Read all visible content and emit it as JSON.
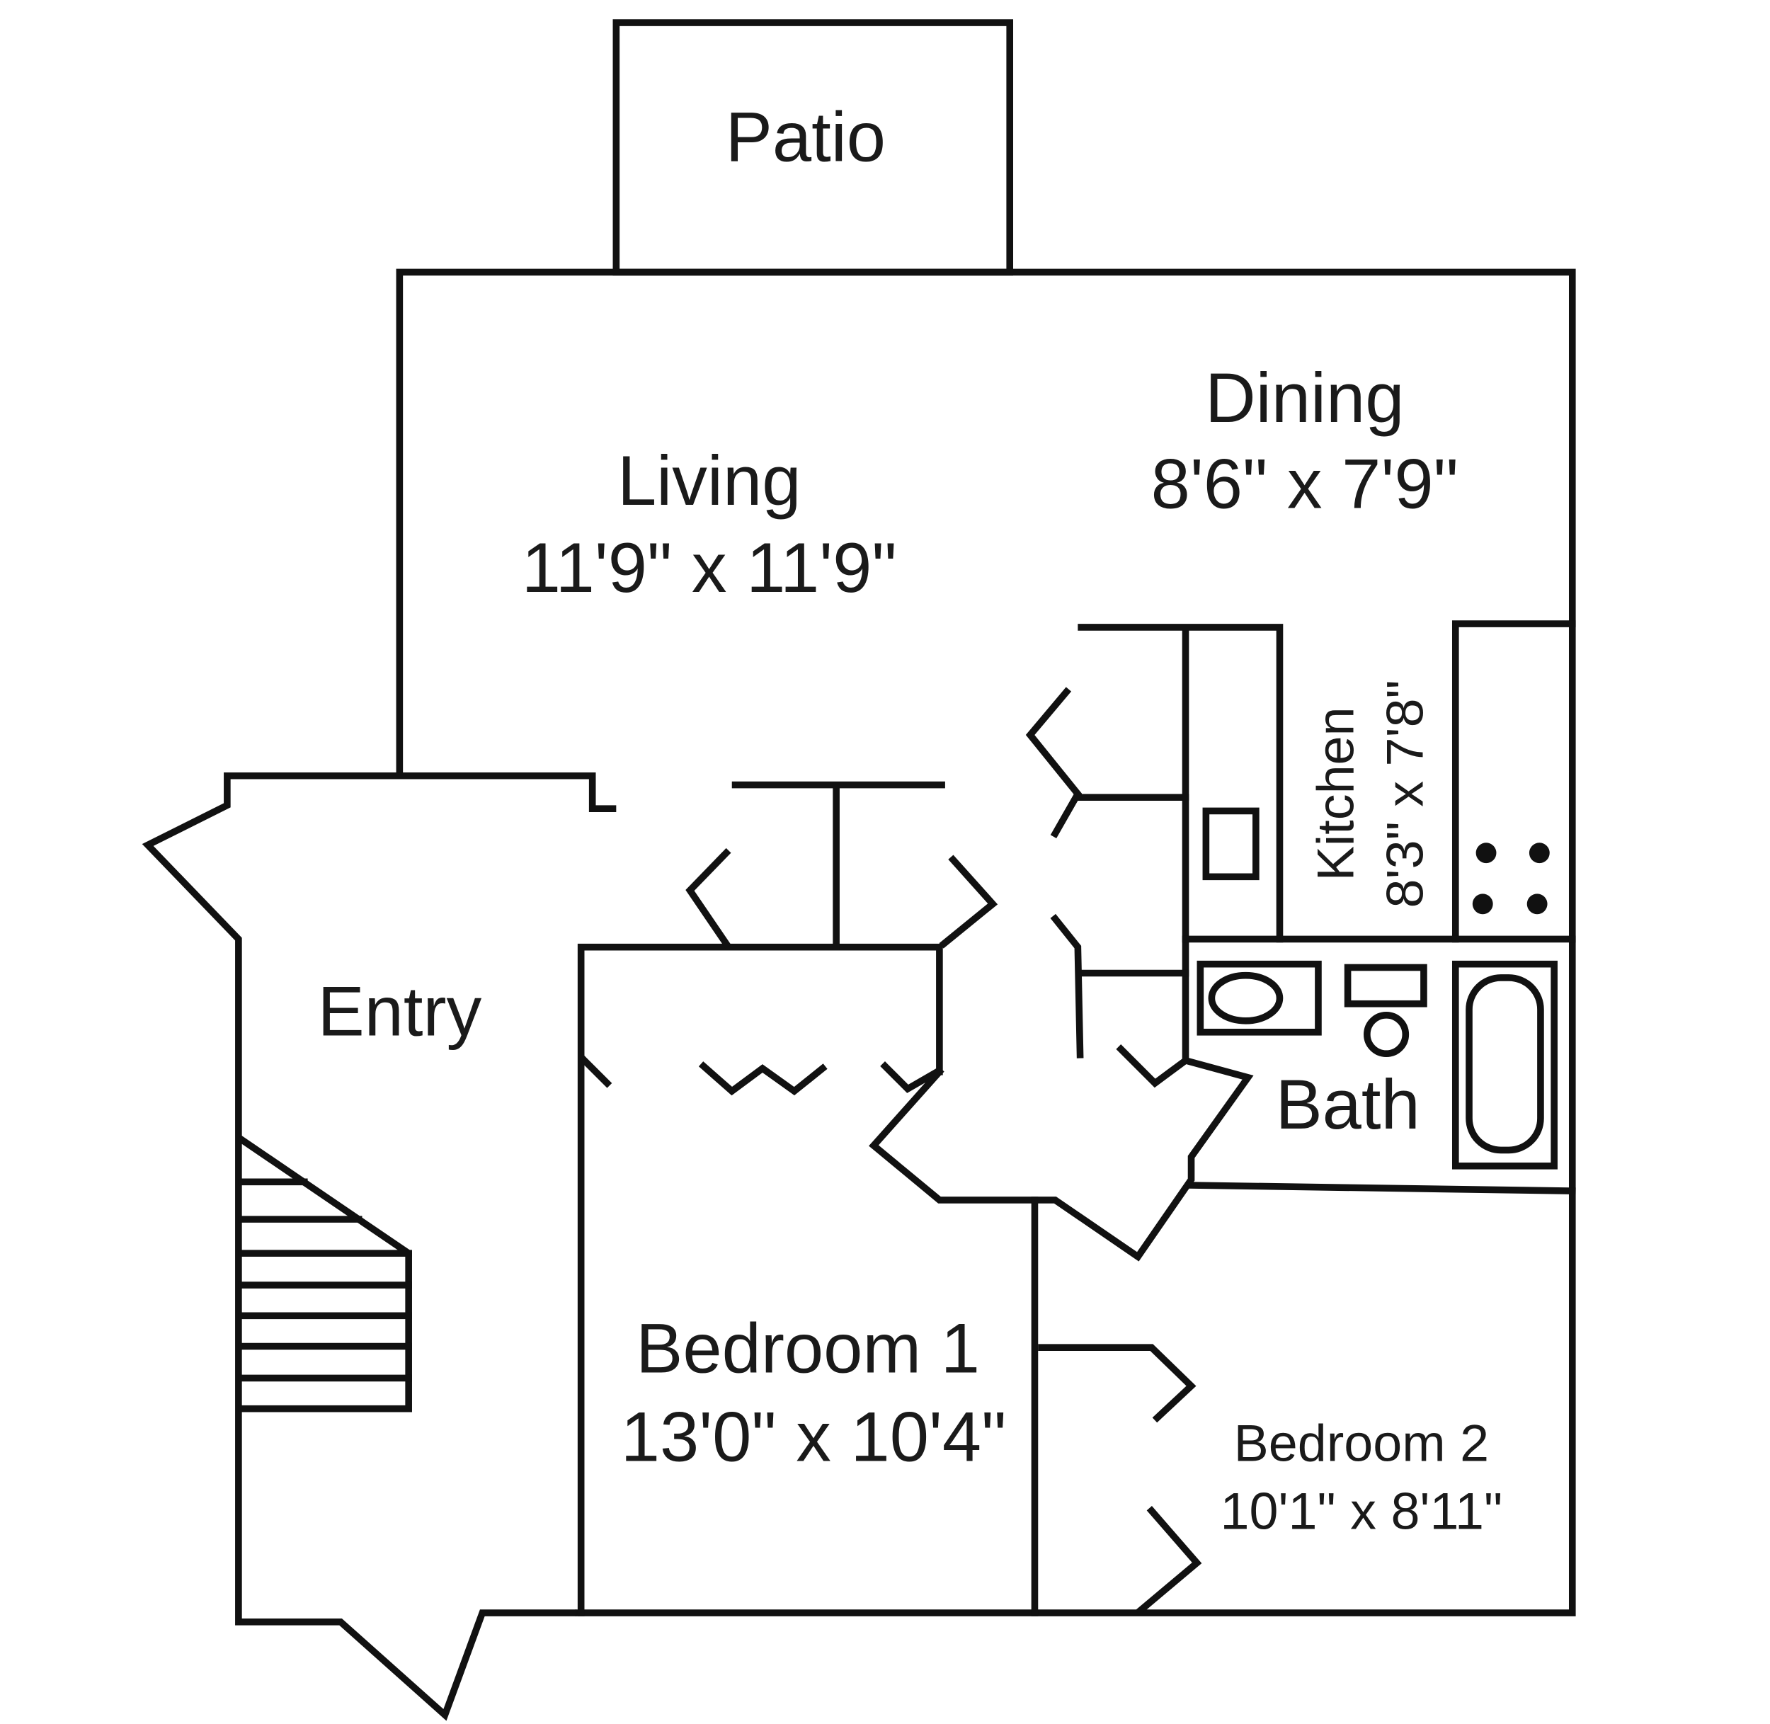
{
  "rooms": {
    "patio": {
      "name": "Patio"
    },
    "living": {
      "name": "Living",
      "size": "11'9\" x 11'9\""
    },
    "dining": {
      "name": "Dining",
      "size": "8'6\" x 7'9\""
    },
    "kitchen": {
      "name": "Kitchen",
      "size": "8'3\" x 7'8\""
    },
    "entry": {
      "name": "Entry"
    },
    "bath": {
      "name": "Bath"
    },
    "bedroom1": {
      "name": "Bedroom 1",
      "size": "13'0\" x 10'4\""
    },
    "bedroom2": {
      "name": "Bedroom 2",
      "size": "10'1\" x 8'11\""
    }
  },
  "colors": {
    "line": "#111111",
    "background": "#ffffff"
  }
}
